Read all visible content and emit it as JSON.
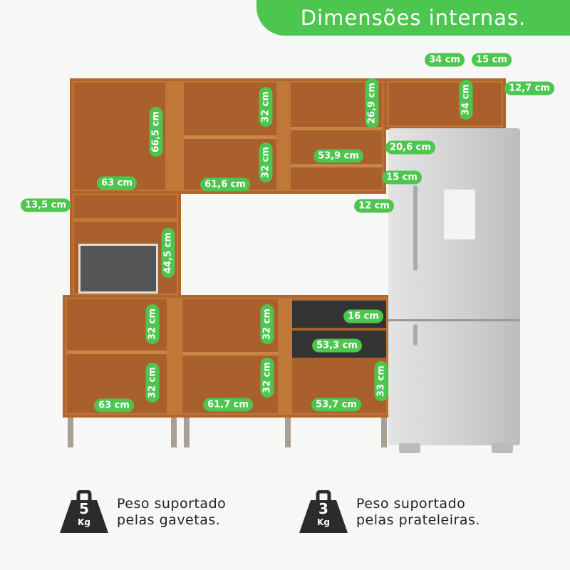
{
  "title": "Dimensões internas.",
  "colors": {
    "accent": "#4cc64f",
    "wood": "#c0773a"
  },
  "dimensions": {
    "h": [
      "34 cm",
      "15 cm",
      "12,7 cm",
      "20,6 cm",
      "53,9 cm",
      "15 cm",
      "63 cm",
      "61,6 cm",
      "13,5 cm",
      "12 cm",
      "16 cm",
      "53,3 cm",
      "63 cm",
      "61,7 cm",
      "53,7 cm"
    ],
    "v": [
      "66,5 cm",
      "32 cm",
      "32 cm",
      "26,9 cm",
      "34 cm",
      "44,5 cm",
      "32 cm",
      "32 cm",
      "32 cm",
      "32 cm",
      "33 cm"
    ]
  },
  "weights": [
    {
      "value": "5",
      "unit": "Kg",
      "line1": "Peso suportado",
      "line2": "pelas gavetas."
    },
    {
      "value": "3",
      "unit": "Kg",
      "line1": "Peso suportado",
      "line2": "pelas prateleiras."
    }
  ]
}
